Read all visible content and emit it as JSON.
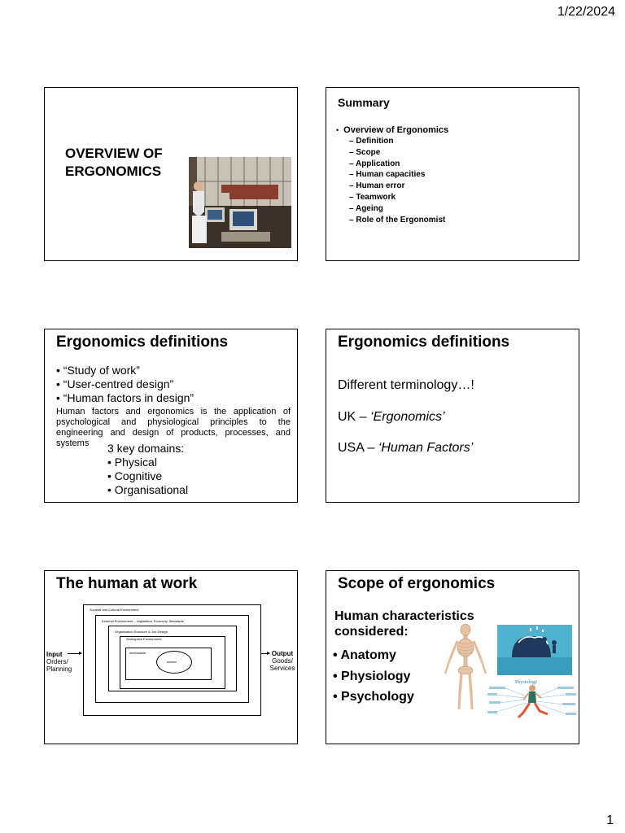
{
  "header": {
    "date": "1/22/2024"
  },
  "footer": {
    "page_number": "1"
  },
  "slide1": {
    "title": "OVERVIEW OF ERGONOMICS"
  },
  "slide2": {
    "title": "Summary",
    "item": "Overview of Ergonomics",
    "subitems": [
      "Definition",
      "Scope",
      "Application",
      "Human capacities",
      "Human error",
      "Teamwork",
      "Ageing",
      "Role of the Ergonomist"
    ]
  },
  "slide3": {
    "title": "Ergonomics definitions",
    "bullets": [
      "“Study of work”",
      "“User-centred design”",
      "“Human factors in design”"
    ],
    "paragraph": "Human factors and ergonomics is the application of psychological and physiological principles to the engineering and design of products, processes, and systems",
    "domains_title": "3 key domains:",
    "domains": [
      "Physical",
      "Cognitive",
      "Organisational"
    ]
  },
  "slide4": {
    "title": "Ergonomics definitions",
    "line1": "Different terminology…!",
    "uk_prefix": "UK – ",
    "uk_term": "‘Ergonomics’",
    "usa_prefix": "USA – ",
    "usa_term": "‘Human Factors’"
  },
  "slide5": {
    "title": "The human at work",
    "layers": [
      "Societal and Cultural Environment",
      "External Environment – Legislation, Economy, Standards",
      "Organisation Structure & Job Design",
      "Workspace Environment",
      "workstation"
    ],
    "center": "worker",
    "input_label": "Input",
    "input_detail": "Orders/ Planning",
    "output_label": "Output",
    "output_detail": "Goods/ Services"
  },
  "slide6": {
    "title": "Scope of ergonomics",
    "subtitle": "Human characteristics considered:",
    "items": [
      "Anatomy",
      "Physiology",
      "Psychology"
    ],
    "runner_caption": "Physiology"
  }
}
